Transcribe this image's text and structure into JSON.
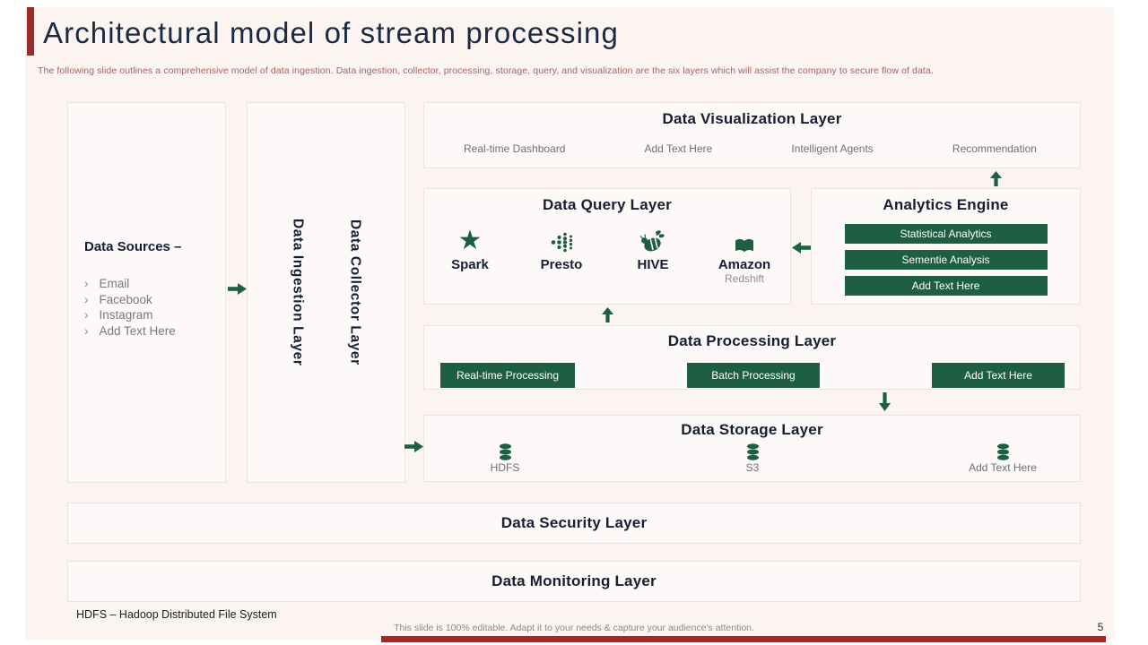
{
  "slide": {
    "title": "Architectural model of stream processing",
    "subtitle": "The following slide outlines a comprehensive model of data ingestion. Data ingestion, collector, processing, storage, query, and visualization are the six layers which will assist the company to secure flow of data.",
    "footer_note": "HDFS – Hadoop Distributed File System",
    "footer_text": "This slide is 100% editable.  Adapt it to your needs & capture your audience's attention.",
    "page_number": "5"
  },
  "colors": {
    "accent_green": "#1e5f44",
    "accent_red": "#992d27",
    "heading_navy": "#161f31",
    "subtitle_red": "#b0605a",
    "body_gray": "#7a7a7a",
    "box_background": "#fdf9f8",
    "panel_background": "#fbf4f1"
  },
  "glyphs": {
    "star": "★",
    "bullet": "›"
  },
  "data_sources": {
    "title": "Data Sources –",
    "items": [
      {
        "label": "Email"
      },
      {
        "label": "Facebook"
      },
      {
        "label": "Instagram"
      },
      {
        "label": "Add Text Here"
      }
    ]
  },
  "pipeline_columns": {
    "ingestion_label": "Data Ingestion Layer",
    "collector_label": "Data Collector Layer"
  },
  "visualization_layer": {
    "title": "Data Visualization Layer",
    "items": [
      "Real-time Dashboard",
      "Add Text Here",
      "Intelligent Agents",
      "Recommendation"
    ]
  },
  "query_layer": {
    "title": "Data Query Layer",
    "tools": [
      {
        "icon": "spark-star-icon",
        "label": "Spark"
      },
      {
        "icon": "presto-dots-icon",
        "label": "Presto"
      },
      {
        "icon": "hive-bee-icon",
        "label": "HIVE"
      },
      {
        "icon": "redshift-book-icon",
        "label": "Amazon",
        "sublabel": "Redshift"
      }
    ]
  },
  "analytics_engine": {
    "title": "Analytics Engine",
    "buttons": [
      "Statistical Analytics",
      "Sementie Analysis",
      "Add Text Here"
    ]
  },
  "processing_layer": {
    "title": "Data Processing Layer",
    "buttons": [
      "Real-time Processing",
      "Batch Processing",
      "Add Text Here"
    ]
  },
  "storage_layer": {
    "title": "Data Storage Layer",
    "items": [
      {
        "icon": "database-icon",
        "label": "HDFS"
      },
      {
        "icon": "database-icon",
        "label": "S3"
      },
      {
        "icon": "database-icon",
        "label": "Add Text Here"
      }
    ]
  },
  "security_layer": {
    "title": "Data Security Layer"
  },
  "monitoring_layer": {
    "title": "Data Monitoring Layer"
  }
}
